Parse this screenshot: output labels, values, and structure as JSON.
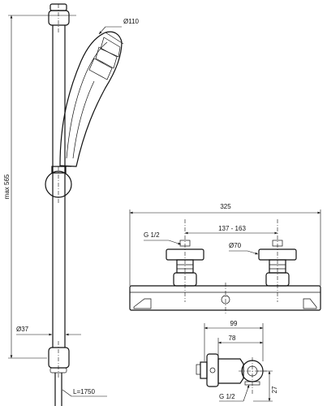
{
  "dimensions": {
    "max_height": "max 565",
    "head_diameter": "Ø110",
    "rail_diameter": "Ø37",
    "hose_length": "L=1750",
    "mixer_width": "325",
    "connection_left": "G 1/2",
    "centres": "137 - 163",
    "knob_diameter": "Ø70",
    "depth_total": "99",
    "depth_body": "78",
    "side_connection": "G 1/2",
    "height_offset": "27"
  }
}
